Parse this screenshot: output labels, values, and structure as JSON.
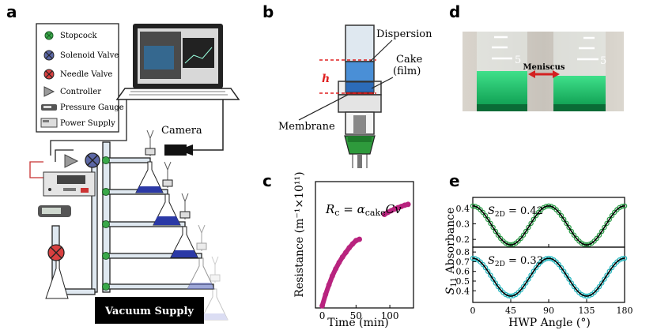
{
  "panel_labels": {
    "a": "a",
    "b": "b",
    "c": "c",
    "d": "d",
    "e": "e"
  },
  "panel_a": {
    "legend": [
      {
        "label": "Stopcock",
        "icon": "stopcock-icon",
        "color": "#3aa84a"
      },
      {
        "label": "Solenoid Valve",
        "icon": "solenoid-valve-icon",
        "color": "#4f5b9a"
      },
      {
        "label": "Needle Valve",
        "icon": "needle-valve-icon",
        "color": "#d94040"
      },
      {
        "label": "Controller",
        "icon": "controller-icon",
        "color": "#9a9a9a"
      },
      {
        "label": "Pressure Gauge",
        "icon": "pressure-gauge-icon",
        "color": "#555555"
      },
      {
        "label": "Power Supply",
        "icon": "power-supply-icon",
        "color": "#cccccc"
      }
    ],
    "camera_label": "Camera",
    "vacuum_label": "Vacuum Supply"
  },
  "panel_b": {
    "dispersion_label": "Dispersion",
    "cake_label_line1": "Cake",
    "cake_label_line2": "(film)",
    "membrane_label": "Membrane",
    "height_label": "h"
  },
  "panel_d": {
    "meniscus_label": "Meniscus",
    "tick_number_left": "5",
    "tick_number_right": "5"
  },
  "chart_data": [
    {
      "id": "c",
      "type": "scatter",
      "xlabel": "Time (min)",
      "ylabel": "Resistance (m⁻¹×10¹¹)",
      "annotation": "R c = αcake Cv",
      "xticks": [
        0,
        50,
        100
      ],
      "xlim": [
        -10,
        135
      ],
      "ylim": [
        0,
        3.0
      ],
      "color": "#b8237e",
      "series": [
        {
          "x": [
            0,
            5,
            10,
            15,
            20,
            25,
            30,
            35,
            40,
            45,
            50,
            55
          ],
          "y": [
            0.05,
            0.32,
            0.55,
            0.76,
            0.93,
            1.08,
            1.21,
            1.32,
            1.43,
            1.52,
            1.6,
            1.63
          ]
        },
        {
          "x": [
            92,
            97,
            102,
            107,
            112,
            117,
            122,
            127
          ],
          "y": [
            2.22,
            2.27,
            2.31,
            2.35,
            2.38,
            2.41,
            2.44,
            2.46
          ]
        }
      ]
    },
    {
      "id": "e",
      "type": "scatter",
      "xlabel": "HWP Angle (°)",
      "ylabel": "S11 Absorbance",
      "xticks": [
        0,
        45,
        90,
        135,
        180
      ],
      "xlim": [
        0,
        180
      ],
      "subplots": [
        {
          "name": "top",
          "annotation": "S2D = 0.42",
          "ylim": [
            0.15,
            0.47
          ],
          "yticks": [
            0.2,
            0.3,
            0.4
          ],
          "color": "#2e9e4a",
          "mean": 0.29,
          "amp": 0.125
        },
        {
          "name": "bottom",
          "annotation": "S2D = 0.33",
          "ylim": [
            0.28,
            0.85
          ],
          "yticks": [
            0.4,
            0.5,
            0.6,
            0.7,
            0.8
          ],
          "color": "#2ab8c0",
          "mean": 0.54,
          "amp": 0.195
        }
      ]
    }
  ]
}
